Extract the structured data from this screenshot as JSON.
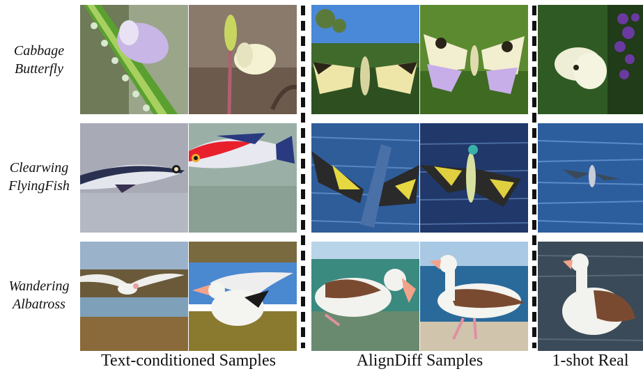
{
  "rows": [
    {
      "line1": "Cabbage",
      "line2": "Butterfly"
    },
    {
      "line1": "Clearwing",
      "line2": "FlyingFish"
    },
    {
      "line1": "Wandering",
      "line2": "Albatross"
    }
  ],
  "columns": {
    "text_conditioned": "Text-conditioned Samples",
    "aligndiff": "AlignDiff Samples",
    "real": "1-shot Real"
  },
  "colors": {
    "butterfly_wing": "#f4f1d8",
    "wing_dark": "#2a2418",
    "sea": "#2f5d9a",
    "fish_red": "#e8202c",
    "albatross_body": "#f4f4f0",
    "beak": "#f2a38a",
    "divider": "#111111"
  }
}
